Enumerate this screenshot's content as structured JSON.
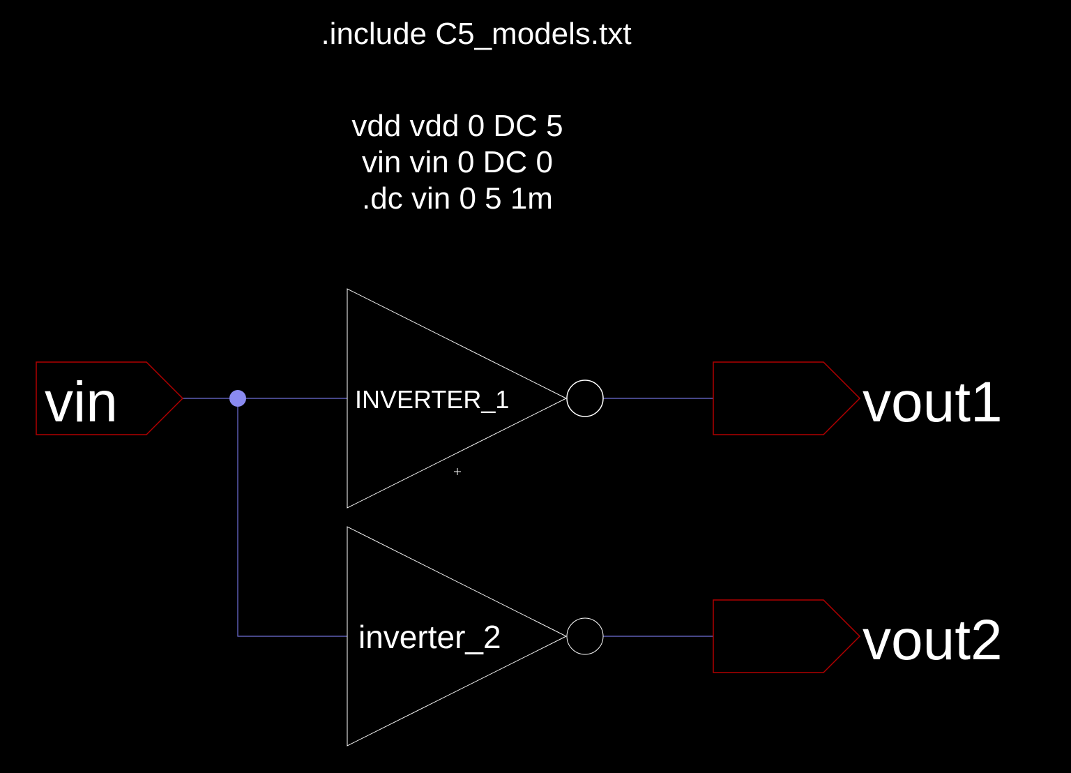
{
  "directives": {
    "include": ".include C5_models.txt",
    "lines": [
      "vdd vdd 0 DC 5",
      "vin vin 0 DC 0",
      ".dc vin 0 5 1m"
    ]
  },
  "ports": {
    "input": "vin",
    "output1": "vout1",
    "output2": "vout2"
  },
  "gates": {
    "inverter1": "INVERTER_1",
    "inverter2": "inverter_2"
  },
  "colors": {
    "background": "#000000",
    "wire": "#7070d8",
    "junction": "#8a8af0",
    "port_outline": "#b00000",
    "gate_outline": "#ffffff",
    "text": "#ffffff"
  },
  "icons": {
    "junction": "junction-dot-icon",
    "origin": "crosshair-icon"
  }
}
